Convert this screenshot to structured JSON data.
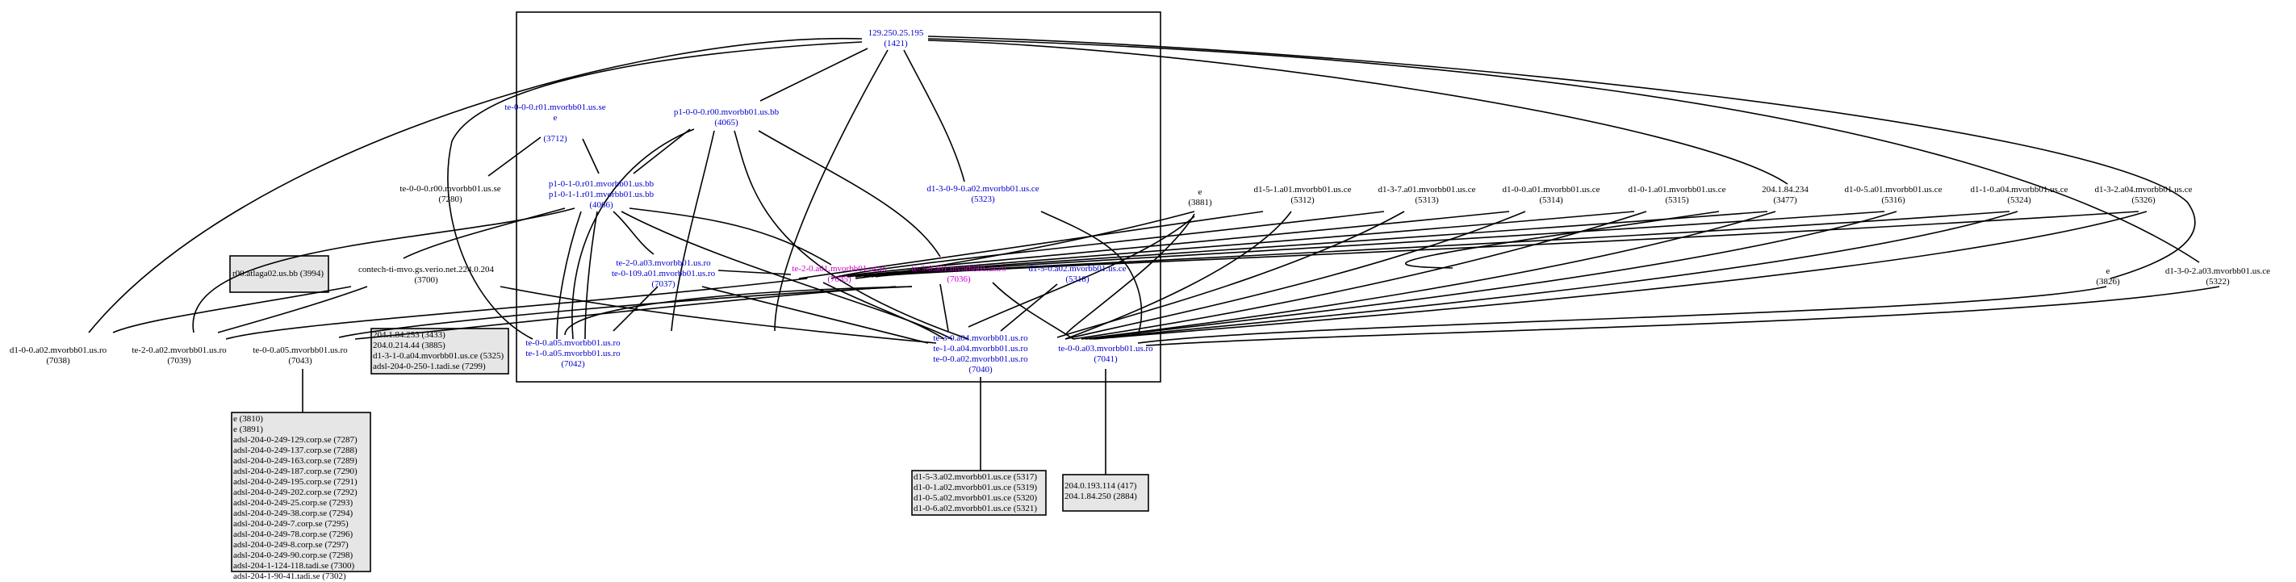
{
  "nodes": {
    "n129": [
      "129.250.25.195",
      "(1421)"
    ],
    "te00r01": [
      "te-0-0-0.r01.mvorbb01.us.se",
      "e",
      "",
      "(3712)"
    ],
    "p1r00": [
      "p1-0-0-0.r00.mvorbb01.us.bb",
      "(4065)"
    ],
    "te00r00": [
      "te-0-0-0.r00.mvorbb01.us.se",
      "(7280)"
    ],
    "p1pair": [
      "p1-0-1-0.r01.mvorbb01.us.bb",
      "p1-0-1-1.r01.mvorbb01.us.bb",
      "(4066)"
    ],
    "d1309a02": [
      "d1-3-0-9-0.a02.mvorbb01.us.ce",
      "(5323)"
    ],
    "e3881": [
      "e",
      "(3881)"
    ],
    "d151": [
      "d1-5-1.a01.mvorbb01.us.ce",
      "(5312)"
    ],
    "d137": [
      "d1-3-7.a01.mvorbb01.us.ce",
      "(5313)"
    ],
    "d100": [
      "d1-0-0.a01.mvorbb01.us.ce",
      "(5314)"
    ],
    "d101": [
      "d1-0-1.a01.mvorbb01.us.ce",
      "(5315)"
    ],
    "n204a": [
      "204.1.84.234",
      "(3477)"
    ],
    "d105": [
      "d1-0-5.a01.mvorbb01.us.ce",
      "(5316)"
    ],
    "d110a04": [
      "d1-1-0.a04.mvorbb01.us.ce",
      "(5324)"
    ],
    "d132a04": [
      "d1-3-2.a04.mvorbb01.us.ce",
      "(5326)"
    ],
    "contech": [
      "contech-ti-mvo.gs.verio.net.224.0.204",
      "(3700)"
    ],
    "te20pair": [
      "te-2-0.a03.mvorbb01.us.ro",
      "te-0-109.a01.mvorbb01.us.ro",
      "(7037)"
    ],
    "te20a01": [
      "te-2-0.a01.mvorbb01.us.ro",
      "(7035)"
    ],
    "te30a01": [
      "te-3-0.a01.mvorbb01.us.ro",
      "(7036)"
    ],
    "d150a02": [
      "d1-5-0.a02.mvorbb01.us.ce",
      "(5318)"
    ],
    "e3826": [
      "e",
      "(3826)"
    ],
    "d130a03": [
      "d1-3-0-2.a03.mvorbb01.us.ce",
      "(5322)"
    ],
    "d100a02": [
      "d1-0-0.a02.mvorbb01.us.ro",
      "(7038)"
    ],
    "te20a02": [
      "te-2-0.a02.mvorbb01.us.ro",
      "(7039)"
    ],
    "te00a05": [
      "te-0-0.a05.mvorbb01.us.ro",
      "(7043)"
    ],
    "te00pair": [
      "te-0-0.a05.mvorbb01.us.ro",
      "te-1-0.a05.mvorbb01.us.ro",
      "(7042)"
    ],
    "te30triple": [
      "te-3-0.a04.mvorbb01.us.ro",
      "te-1-0.a04.mvorbb01.us.ro",
      "te-0-0.a02.mvorbb01.us.ro",
      "(7040)"
    ],
    "te00a03": [
      "te-0-0.a03.mvorbb01.us.ro",
      "(7041)"
    ]
  },
  "boxes": {
    "b3994": [
      "r00.atlaga02.us.bb (3994)"
    ],
    "bmid": [
      "204.1.84.253 (3433)",
      "204.0.214.44 (3885)",
      "d1-3-1-0.a04.mvorbb01.us.ce (5325)",
      "adsl-204-0-250-1.tadi.se (7299)"
    ],
    "bbig": [
      "e (3810)",
      "e (3891)",
      "adsl-204-0-249-129.corp.se (7287)",
      "adsl-204-0-249-137.corp.se (7288)",
      "adsl-204-0-249-163.corp.se (7289)",
      "adsl-204-0-249-187.corp.se (7290)",
      "adsl-204-0-249-195.corp.se (7291)",
      "adsl-204-0-249-202.corp.se (7292)",
      "adsl-204-0-249-25.corp.se (7293)",
      "adsl-204-0-249-38.corp.se (7294)",
      "adsl-204-0-249-7.corp.se (7295)",
      "adsl-204-0-249-78.corp.se (7296)",
      "adsl-204-0-249-8.corp.se (7297)",
      "adsl-204-0-249-90.corp.se (7298)",
      "adsl-204-1-124-118.tadi.se (7300)",
      "adsl-204-1-90-41.tadi.se (7302)"
    ],
    "bd1": [
      "d1-5-3.a02.mvorbb01.us.ce (5317)",
      "d1-0-1.a02.mvorbb01.us.ce (5319)",
      "d1-0-5.a02.mvorbb01.us.ce (5320)",
      "d1-0-6.a02.mvorbb01.us.ce (5321)"
    ],
    "b204": [
      "204.0.193.114 (417)",
      "204.1.84.250 (2884)"
    ]
  }
}
